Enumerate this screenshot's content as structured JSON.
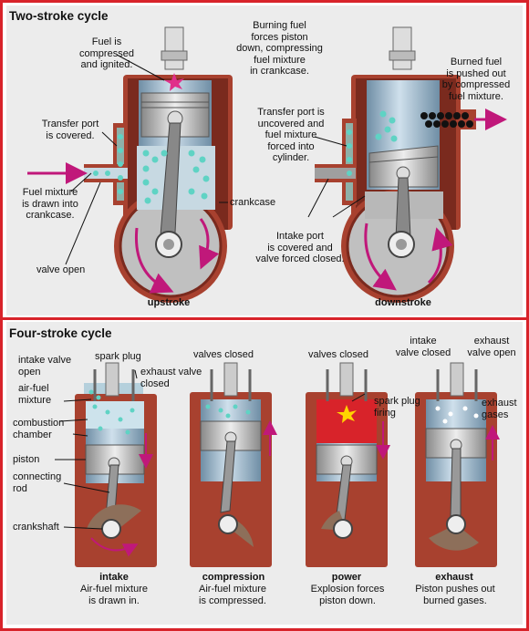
{
  "two_stroke": {
    "title": "Two-stroke cycle",
    "labels": {
      "fuel_compressed": "Fuel is\ncompressed\nand ignited.",
      "burning_fuel": "Burning fuel\nforces piston\ndown, compressing\nfuel mixture\nin crankcase.",
      "burned_fuel": "Burned fuel\nis pushed out\nby compressed\nfuel mixture.",
      "transfer_covered": "Transfer port\nis covered.",
      "transfer_uncovered": "Transfer port is\nuncovered and\nfuel mixture\nforced into\ncylinder.",
      "fuel_mixture_drawn": "Fuel mixture\nis drawn into\ncrankcase.",
      "crankcase": "crankcase",
      "intake_port": "Intake port\nis covered and\nvalve forced closed.",
      "valve_open": "valve open",
      "upstroke": "upstroke",
      "downstroke": "downstroke"
    }
  },
  "four_stroke": {
    "title": "Four-stroke cycle",
    "labels": {
      "intake_valve_open": "intake valve\nopen",
      "spark_plug": "spark plug",
      "exhaust_valve_closed": "exhaust valve\nclosed",
      "air_fuel_mixture": "air-fuel\nmixture",
      "combustion_chamber": "combustion\nchamber",
      "piston": "piston",
      "connecting_rod": "connecting\nrod",
      "crankshaft": "crankshaft",
      "valves_closed_1": "valves closed",
      "valves_closed_2": "valves closed",
      "spark_plug_firing": "spark plug\nfiring",
      "intake_valve_closed": "intake\nvalve closed",
      "exhaust_valve_open": "exhaust\nvalve open",
      "exhaust_gases": "exhaust\ngases"
    },
    "strokes": [
      {
        "name": "intake",
        "desc": "Air-fuel mixture\nis drawn in."
      },
      {
        "name": "compression",
        "desc": "Air-fuel mixture\nis compressed."
      },
      {
        "name": "power",
        "desc": "Explosion forces\npiston down."
      },
      {
        "name": "exhaust",
        "desc": "Piston pushes out\nburned gases."
      }
    ]
  },
  "colors": {
    "frame": "#d8232a",
    "casing": "#a8412f",
    "casing_dark": "#7a2a1e",
    "cylinder": "#9fb9cc",
    "mixture_dot": "#5fd3c4",
    "arrow": "#c0187a",
    "panel": "#ececec"
  }
}
